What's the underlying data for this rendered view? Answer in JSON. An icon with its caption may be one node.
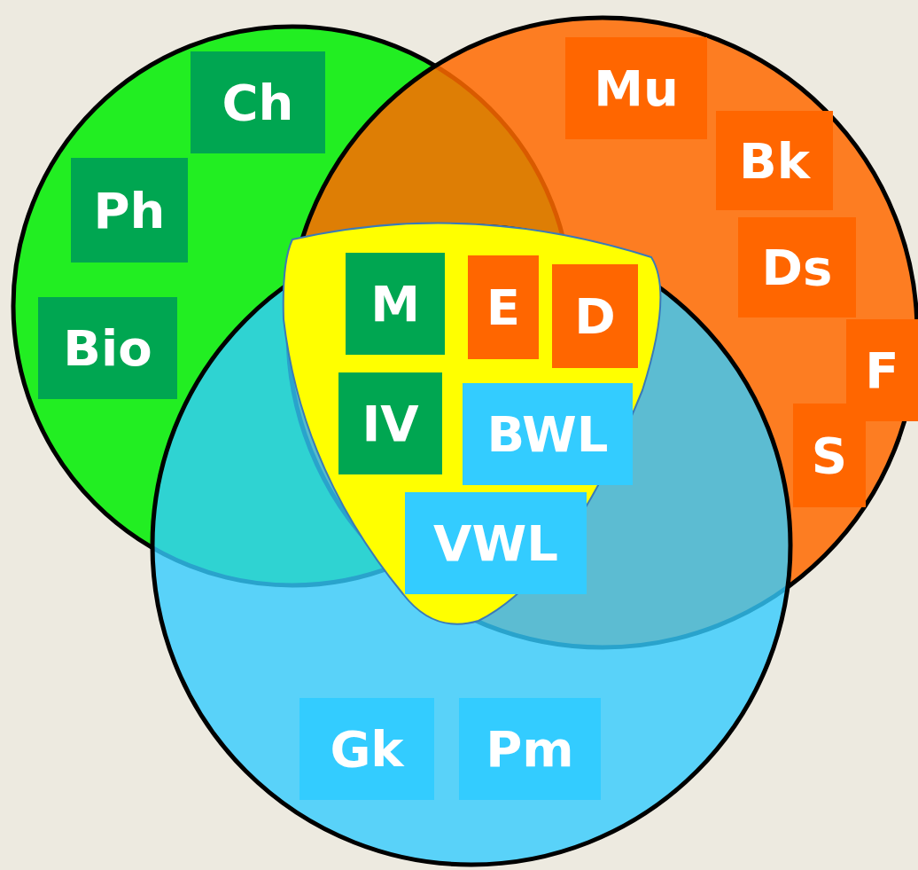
{
  "diagram": {
    "nodes": [
      {
        "text": [
          "Ch"
        ]
      },
      {
        "text": [
          "Mu"
        ]
      },
      {
        "text": [
          "Bk"
        ]
      },
      {
        "text": [
          "Ph"
        ]
      },
      {
        "text": [
          "Ds"
        ]
      },
      {
        "text": [
          "M"
        ]
      },
      {
        "text": [
          "E"
        ]
      },
      {
        "text": [
          "D"
        ]
      },
      {
        "text": [
          "Bio"
        ]
      },
      {
        "text": [
          "F"
        ]
      },
      {
        "text": [
          "IV"
        ]
      },
      {
        "text": [
          "BWL"
        ]
      },
      {
        "text": [
          "S"
        ]
      },
      {
        "text": [
          "VWL"
        ]
      },
      {
        "text": [
          "Gk"
        ]
      },
      {
        "text": [
          "Pm"
        ]
      }
    ]
  }
}
